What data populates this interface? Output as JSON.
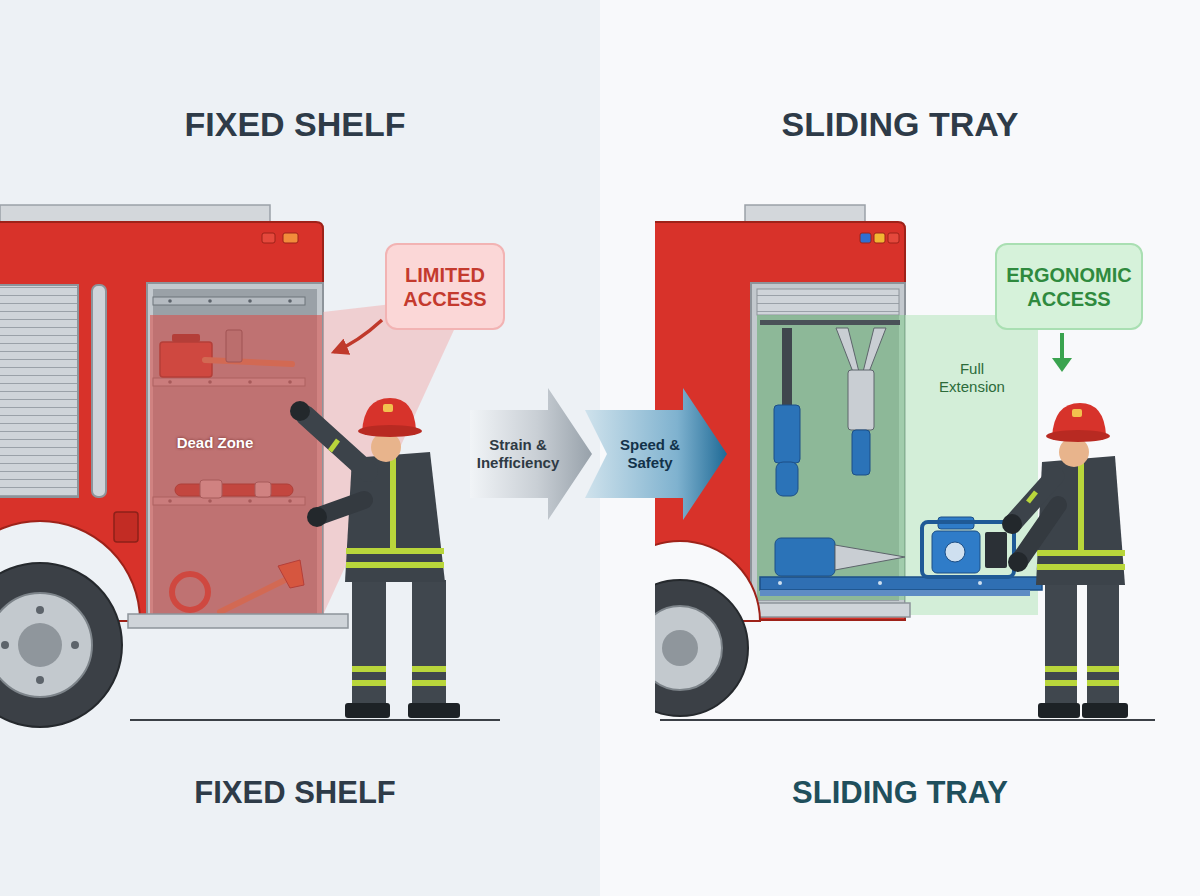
{
  "diagram": {
    "nodes": [
      {
        "text": [
          "LIMITED ACCESS"
        ]
      },
      {
        "text": [
          "Strain & Inefficiency"
        ]
      },
      {
        "text": [
          "Speed & Safety"
        ]
      },
      {
        "text": [
          "ERGONOMIC ACCESS"
        ]
      }
    ],
    "labels": [
      "FIXED SHELF",
      "SLIDING TRAY",
      "Dead Zone",
      "Full Extension",
      "FIXED SHELF",
      "SLIDING TRAY"
    ]
  }
}
